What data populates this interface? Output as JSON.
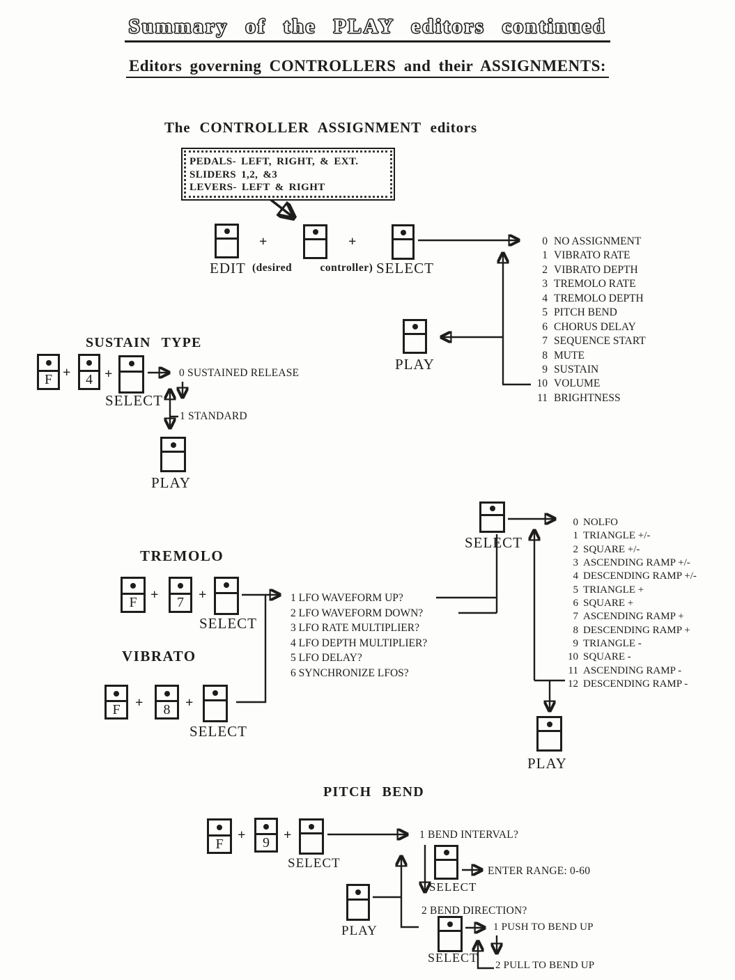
{
  "page": {
    "title": "Summary of the PLAY editors continued",
    "subtitle": "Editors governing CONTROLLERS and their ASSIGNMENTS:"
  },
  "controller_assignment": {
    "heading": "The CONTROLLER ASSIGNMENT editors",
    "source_box": [
      "PEDALS- LEFT, RIGHT, & EXT.",
      "SLIDERS 1,2, &3",
      "LEVERS- LEFT & RIGHT"
    ],
    "plus": "+",
    "edit_label": "EDIT",
    "desired_label": "(desired controller)",
    "select_label": "SELECT",
    "play_label": "PLAY",
    "assignments": [
      {
        "num": "0",
        "label": "NO ASSIGNMENT"
      },
      {
        "num": "1",
        "label": "VIBRATO RATE"
      },
      {
        "num": "2",
        "label": "VIBRATO DEPTH"
      },
      {
        "num": "3",
        "label": "TREMOLO RATE"
      },
      {
        "num": "4",
        "label": "TREMOLO DEPTH"
      },
      {
        "num": "5",
        "label": "PITCH BEND"
      },
      {
        "num": "6",
        "label": "CHORUS DELAY"
      },
      {
        "num": "7",
        "label": "SEQUENCE START"
      },
      {
        "num": "8",
        "label": "MUTE"
      },
      {
        "num": "9",
        "label": "SUSTAIN"
      },
      {
        "num": "10",
        "label": "VOLUME"
      },
      {
        "num": "11",
        "label": "BRIGHTNESS"
      }
    ]
  },
  "sustain": {
    "heading": "SUSTAIN TYPE",
    "key_f": "F",
    "key_4": "4",
    "plus": "+",
    "select_label": "SELECT",
    "play_label": "PLAY",
    "option_0": "0 SUSTAINED RELEASE",
    "option_1": "1 STANDARD"
  },
  "lfo": {
    "tremolo_heading": "TREMOLO",
    "vibrato_heading": "VIBRATO",
    "key_f": "F",
    "key_7": "7",
    "key_8": "8",
    "plus": "+",
    "select_label": "SELECT",
    "questions": [
      "1 LFO WAVEFORM UP?",
      "2 LFO WAVEFORM DOWN?",
      "3 LFO RATE MULTIPLIER?",
      "4 LFO DEPTH MULTIPLIER?",
      "5 LFO DELAY?",
      "6 SYNCHRONIZE LFOS?"
    ],
    "waveform_select_label": "SELECT",
    "play_label": "PLAY",
    "waveforms": [
      {
        "num": "0",
        "label": "NOLFO"
      },
      {
        "num": "1",
        "label": "TRIANGLE  +/-"
      },
      {
        "num": "2",
        "label": "SQUARE  +/-"
      },
      {
        "num": "3",
        "label": "ASCENDING RAMP  +/-"
      },
      {
        "num": "4",
        "label": "DESCENDING RAMP  +/-"
      },
      {
        "num": "5",
        "label": "TRIANGLE +"
      },
      {
        "num": "6",
        "label": "SQUARE +"
      },
      {
        "num": "7",
        "label": "ASCENDING RAMP +"
      },
      {
        "num": "8",
        "label": "DESCENDING RAMP +"
      },
      {
        "num": "9",
        "label": "TRIANGLE -"
      },
      {
        "num": "10",
        "label": "SQUARE -"
      },
      {
        "num": "11",
        "label": "ASCENDING RAMP -"
      },
      {
        "num": "12",
        "label": "DESCENDING RAMP -"
      }
    ]
  },
  "pitch_bend": {
    "heading": "PITCH BEND",
    "key_f": "F",
    "key_9": "9",
    "plus": "+",
    "select_label": "SELECT",
    "play_label": "PLAY",
    "step_1": "1 BEND INTERVAL?",
    "enter_range": "ENTER RANGE: 0-60",
    "step_2": "2 BEND DIRECTION?",
    "push": "1 PUSH TO BEND UP",
    "pull": "2 PULL TO BEND UP"
  }
}
